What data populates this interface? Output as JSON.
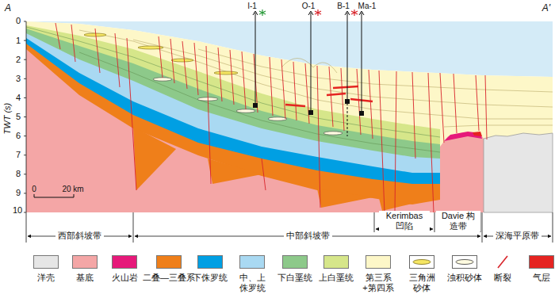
{
  "diagram": {
    "labels": [
      "A",
      "A'",
      "I-1",
      "O-1",
      "B-1",
      "Ma-1",
      "0",
      "1",
      "2",
      "3",
      "4",
      "5",
      "6",
      "7",
      "8",
      "9",
      "10",
      "TWT (s)",
      "0",
      "20 km",
      "西部斜坡带",
      "中部斜坡带",
      "Kerimbas 凹陷",
      "Davie 构造带",
      "深海平原带"
    ],
    "legend": [
      {
        "text": "洋壳",
        "color": "#e6e6e6"
      },
      {
        "text": "基底",
        "color": "#f4a6a6"
      },
      {
        "text": "火山岩",
        "color": "#e6197a"
      },
      {
        "text": "二叠—三叠系",
        "color": "#ef7f1a"
      },
      {
        "text": "下侏罗统",
        "color": "#009fe3"
      },
      {
        "text": "中、上侏罗统",
        "color": "#a9d9f2"
      },
      {
        "text": "下白垩统",
        "color": "#8dc98a"
      },
      {
        "text": "上白垩统",
        "color": "#d6e68a"
      },
      {
        "text": "第三系+第四系",
        "color": "#fdf7c8"
      },
      {
        "text": "三角洲砂体"
      },
      {
        "text": "浊积砂体"
      },
      {
        "text": "断裂"
      },
      {
        "text": "气层",
        "color": "#e52421"
      }
    ]
  }
}
